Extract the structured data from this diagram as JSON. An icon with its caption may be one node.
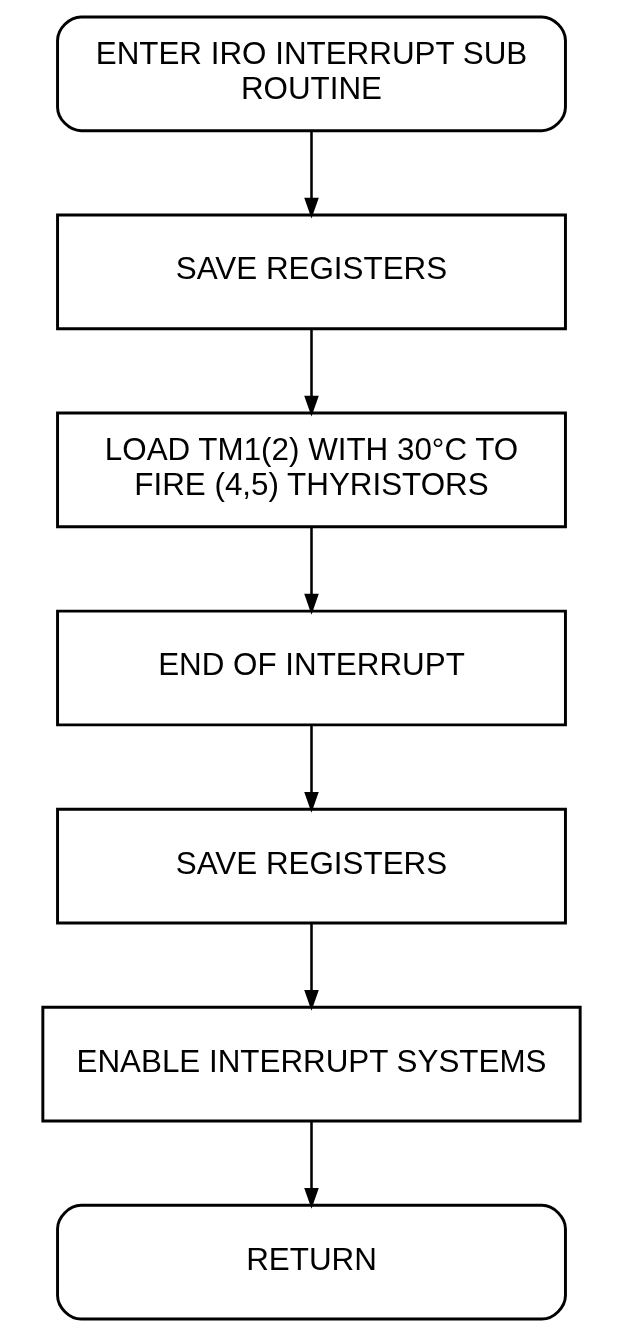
{
  "diagram": {
    "nodes": [
      {
        "text": [
          "ENTER IRO INTERRUPT SUB ROUTINE"
        ]
      },
      {
        "text": [
          "SAVE REGISTERS"
        ]
      },
      {
        "text": [
          "LOAD TM1(2) WITH 30°C TO FIRE (4,5) THYRISTORS"
        ]
      },
      {
        "text": [
          "END OF INTERRUPT"
        ]
      },
      {
        "text": [
          "SAVE REGISTERS"
        ]
      },
      {
        "text": [
          "ENABLE INTERRUPT SYSTEMS"
        ]
      },
      {
        "text": [
          "RETURN"
        ]
      }
    ],
    "edges": [
      {
        "from": 0,
        "to": 1,
        "arrow": "to"
      },
      {
        "from": 1,
        "to": 2,
        "arrow": "to"
      },
      {
        "from": 2,
        "to": 3,
        "arrow": "to"
      },
      {
        "from": 3,
        "to": 4,
        "arrow": "to"
      },
      {
        "from": 4,
        "to": 5,
        "arrow": "to"
      },
      {
        "from": 5,
        "to": 6,
        "arrow": "to"
      }
    ]
  }
}
